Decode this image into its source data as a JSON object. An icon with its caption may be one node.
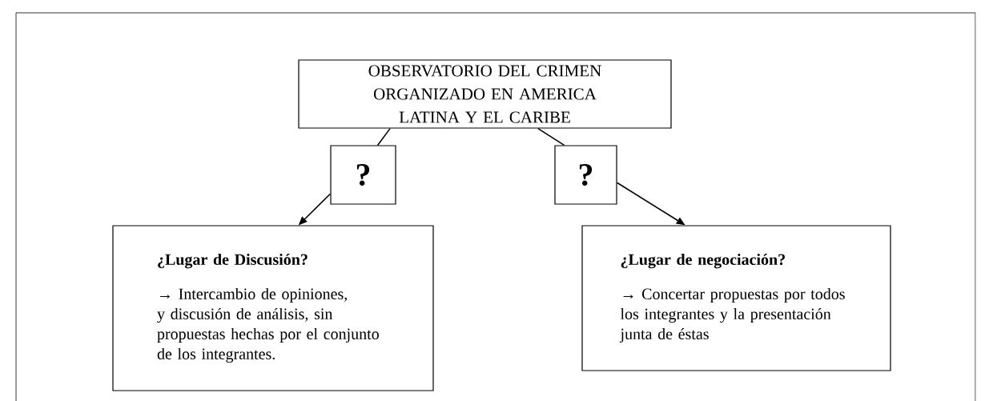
{
  "diagram": {
    "nodes": [
      {
        "text": [
          "OBSERVATORIO DEL CRIMEN ORGANIZADO EN AMERICA LATINA Y EL CARIBE"
        ]
      },
      {
        "text": [
          "?"
        ]
      },
      {
        "text": [
          "?"
        ]
      },
      {
        "text": [
          "¿Lugar de Discusión?",
          "→ Intercambio de opiniones, y discusión de análisis, sin propuestas hechas por el conjunto de los integrantes."
        ]
      },
      {
        "text": [
          "¿Lugar de negociación?",
          "→ Concertar propuestas por todos los integrantes y la presentación junta de éstas"
        ]
      }
    ],
    "edges": [
      {
        "from": 0,
        "to": 1,
        "arrow": "none"
      },
      {
        "from": 1,
        "to": 3,
        "arrow": "to"
      },
      {
        "from": 0,
        "to": 2,
        "arrow": "none"
      },
      {
        "from": 2,
        "to": 4,
        "arrow": "to"
      }
    ]
  }
}
